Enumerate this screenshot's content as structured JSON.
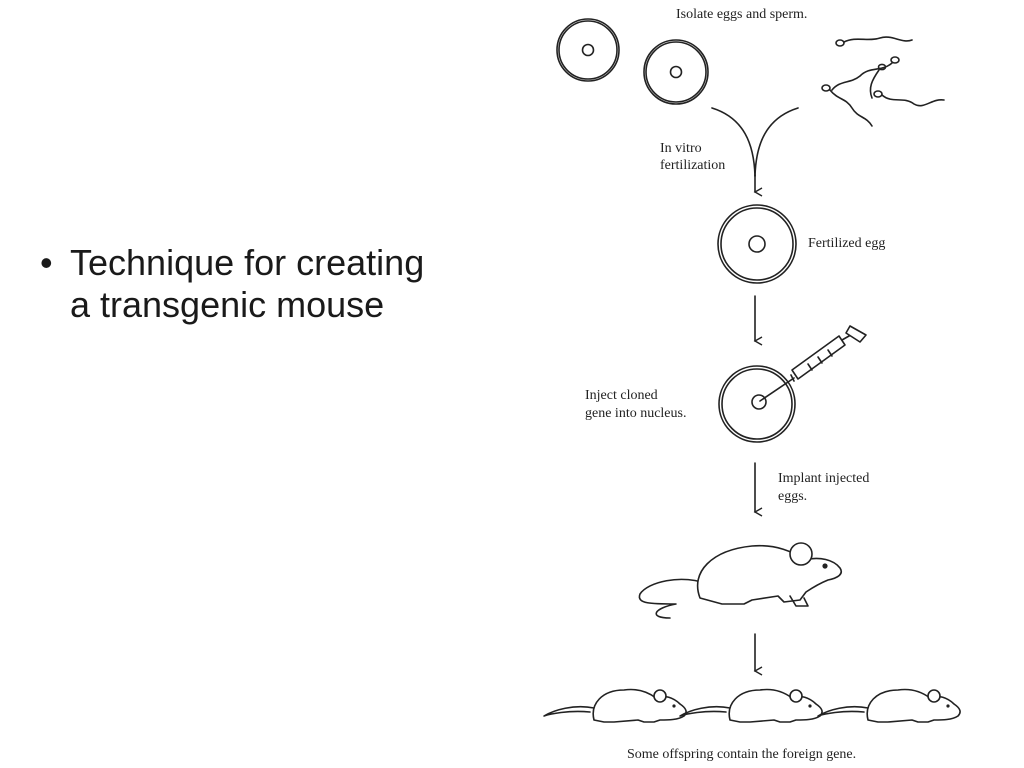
{
  "slide": {
    "bullet_symbol": "•",
    "bullet_lines": [
      "Technique for creating",
      "a transgenic mouse"
    ]
  },
  "diagram": {
    "label_isolate": "Isolate eggs and sperm.",
    "label_ivf_line1": "In vitro",
    "label_ivf_line2": "fertilization",
    "label_fertilized": "Fertilized egg",
    "label_inject_line1": "Inject cloned",
    "label_inject_line2": "gene into nucleus.",
    "label_implant_line1": "Implant injected",
    "label_implant_line2": "eggs.",
    "label_offspring": "Some offspring contain the foreign gene."
  },
  "colors": {
    "ink": "#222222",
    "text": "#1a1a1a",
    "background": "#ffffff"
  }
}
